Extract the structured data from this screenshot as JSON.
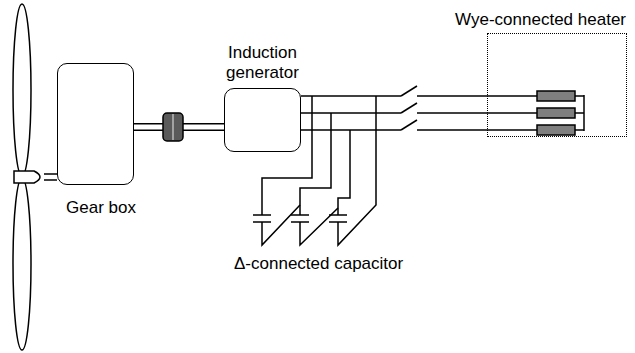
{
  "diagram": {
    "nodes": [
      {
        "text": [
          "Gear box"
        ]
      },
      {
        "text": [
          "Induction generator"
        ]
      },
      {
        "text": [
          "Wye-connected heater"
        ]
      }
    ],
    "edges": [
      {
        "from": 0,
        "to": 1,
        "arrow": "none"
      },
      {
        "from": 1,
        "to": 2,
        "arrow": "none"
      },
      {
        "from": 1,
        "to": 2,
        "arrow": "none"
      },
      {
        "from": 1,
        "to": 2,
        "arrow": "none"
      }
    ],
    "labels": [
      "Δ-connected capacitor"
    ]
  }
}
